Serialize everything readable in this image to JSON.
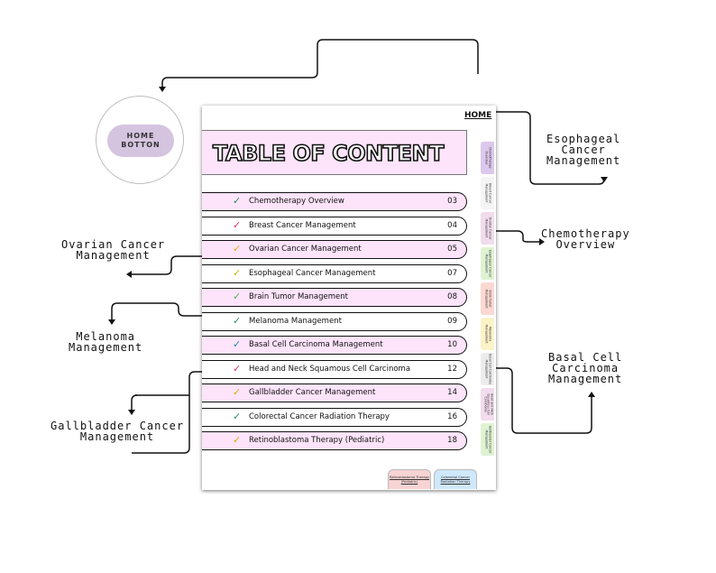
{
  "home_button": {
    "line1": "HOME",
    "line2": "BOTTON"
  },
  "page": {
    "home_link": "HOME",
    "title": "TABLE OF CONTENT",
    "rows": [
      {
        "label": "Chemotherapy Overview",
        "page": "03",
        "check_color": "#2e8b57"
      },
      {
        "label": "Breast Cancer Management",
        "page": "04",
        "check_color": "#d6336c"
      },
      {
        "label": "Ovarian Cancer Management",
        "page": "05",
        "check_color": "#e0a800"
      },
      {
        "label": "Esophageal Cancer Management",
        "page": "07",
        "check_color": "#c9b400"
      },
      {
        "label": "Brain Tumor Management",
        "page": "08",
        "check_color": "#4caf50"
      },
      {
        "label": "Melanoma Management",
        "page": "09",
        "check_color": "#2e8b57"
      },
      {
        "label": "Basal Cell Carcinoma Management",
        "page": "10",
        "check_color": "#1e88a8"
      },
      {
        "label": "Head and Neck Squamous Cell Carcinoma",
        "page": "12",
        "check_color": "#d6336c"
      },
      {
        "label": "Gallbladder Cancer Management",
        "page": "14",
        "check_color": "#e0a800"
      },
      {
        "label": "Colorectal Cancer Radiation Therapy",
        "page": "16",
        "check_color": "#2e8b57"
      },
      {
        "label": "Retinoblastoma Therapy (Pediatric)",
        "page": "18",
        "check_color": "#e0a800"
      }
    ],
    "side_tabs": [
      {
        "label": "Chemotherapy Overview",
        "color": "#dcc8ec"
      },
      {
        "label": "Breast Cancer Management",
        "color": "#f4f4f4"
      },
      {
        "label": "Ovarian Cancer Management",
        "color": "#f1dcec"
      },
      {
        "label": "Esophageal Cancer Management",
        "color": "#dff2d2"
      },
      {
        "label": "Brain Tumor Management",
        "color": "#fbd8d2"
      },
      {
        "label": "Melanoma Management",
        "color": "#fbf2c8"
      },
      {
        "label": "Basal Cell Carcinoma Management",
        "color": "#ececec"
      },
      {
        "label": "Head and Neck Squamous Cell Carcinoma",
        "color": "#f3dcee"
      },
      {
        "label": "Gallbladder Cancer Management",
        "color": "#dff2d2"
      }
    ],
    "bottom_tabs": [
      {
        "label": "Retinoblastoma Therapy (Pediatric)",
        "color": "#f7d3d3"
      },
      {
        "label": "Colorectal Cancer Radiation Therapy",
        "color": "#cfe8fb"
      }
    ]
  },
  "callouts": {
    "esophageal": [
      "Esophageal",
      "Cancer",
      "Management"
    ],
    "chemotherapy": [
      "Chemotherapy",
      "Overview"
    ],
    "ovarian": [
      "Ovarian Cancer",
      "Management"
    ],
    "melanoma": [
      "Melanoma",
      "Management"
    ],
    "basal": [
      "Basal Cell",
      "Carcinoma",
      "Management"
    ],
    "gallbladder": [
      "Gallbladder Cancer",
      "Management"
    ]
  }
}
